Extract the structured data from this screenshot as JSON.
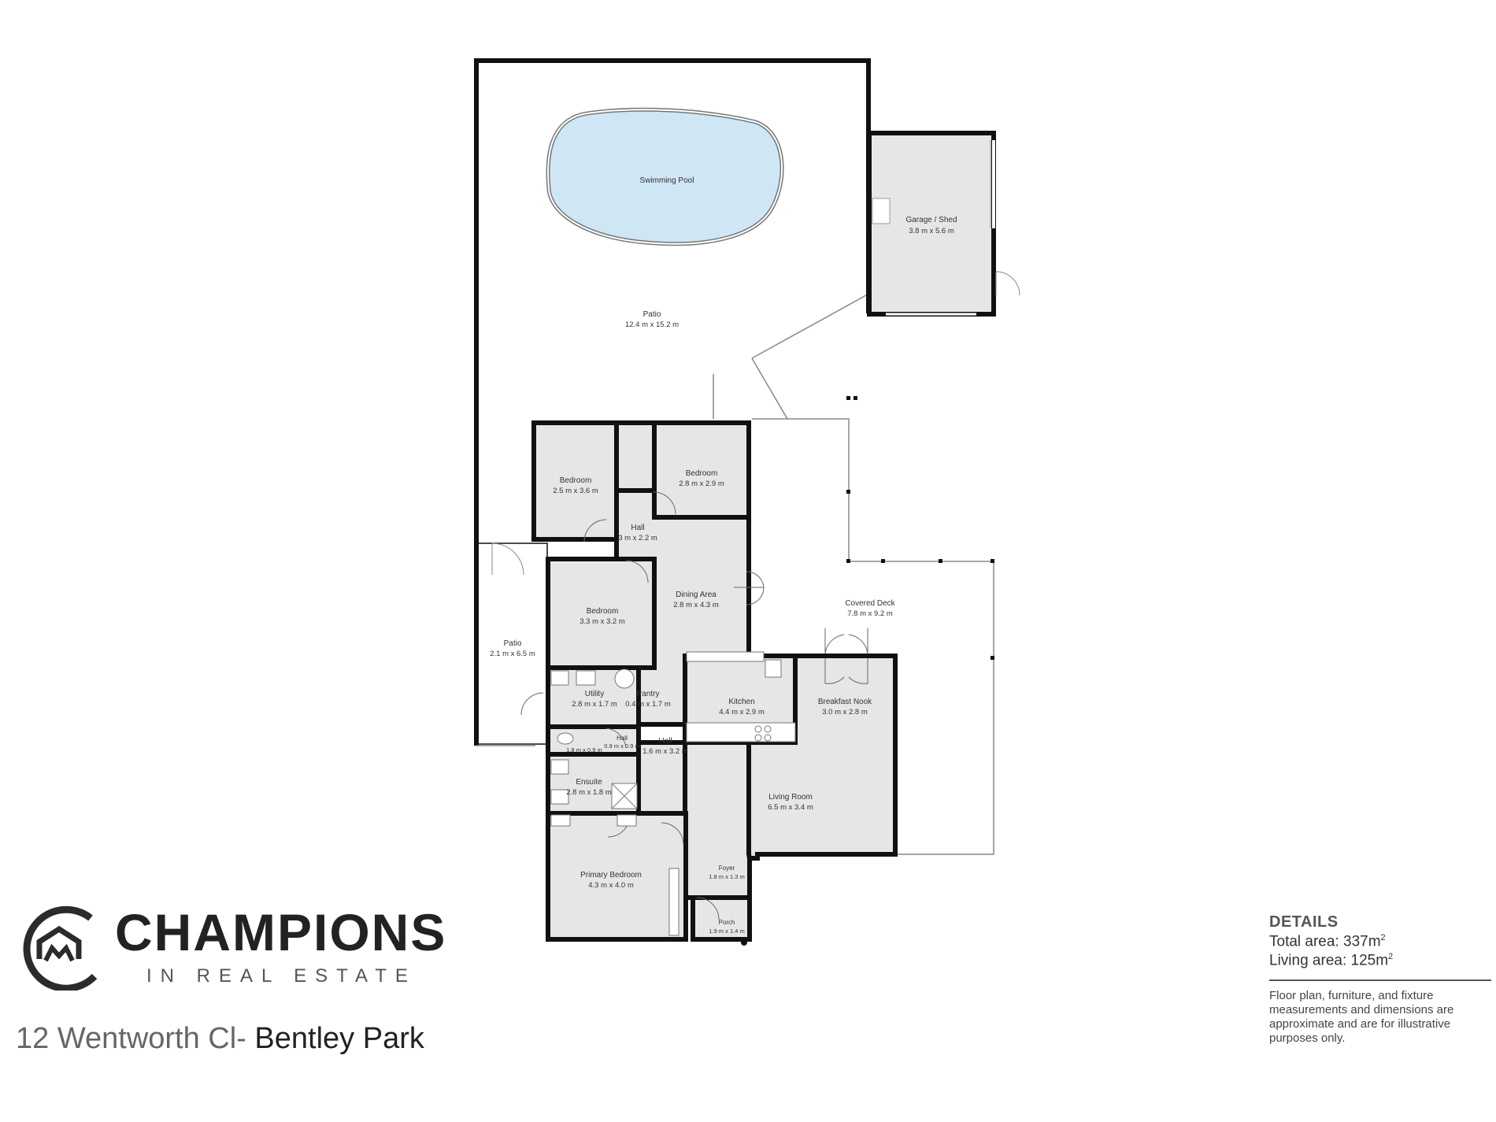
{
  "plan": {
    "rooms": [
      {
        "name": "Swimming Pool",
        "dims": ""
      },
      {
        "name": "Garage / Shed",
        "dims": "3.8 m x 5.6 m"
      },
      {
        "name": "Patio",
        "dims": "12.4 m x 15.2 m"
      },
      {
        "name": "Bedroom",
        "dims": "2.5 m x 3.6 m"
      },
      {
        "name": "Bedroom",
        "dims": "2.8 m x 2.9 m"
      },
      {
        "name": "Hall",
        "dims": "3 m x 2.2 m"
      },
      {
        "name": "Dining Area",
        "dims": "2.8 m x 4.3 m"
      },
      {
        "name": "Covered Deck",
        "dims": "7.8 m x 9.2 m"
      },
      {
        "name": "Bedroom",
        "dims": "3.3 m x 3.2 m"
      },
      {
        "name": "Patio",
        "dims": "2.1 m x 6.5 m"
      },
      {
        "name": "Utility",
        "dims": "2.8 m x 1.7 m"
      },
      {
        "name": "Pantry",
        "dims": "0.4 m x 1.7 m"
      },
      {
        "name": "Kitchen",
        "dims": "4.4 m x 2.9 m"
      },
      {
        "name": "Breakfast Nook",
        "dims": "3.0 m x 2.8 m"
      },
      {
        "name": "",
        "dims": "1.8 m x 0.9 m"
      },
      {
        "name": "Hall",
        "dims": "0.9 m x 0.9 m"
      },
      {
        "name": "Hall",
        "dims": "1.6 m x 3.2 m"
      },
      {
        "name": "Ensuite",
        "dims": "2.8 m x 1.8 m"
      },
      {
        "name": "Living Room",
        "dims": "6.5 m x 3.4 m"
      },
      {
        "name": "Foyer",
        "dims": "1.8 m x 1.3 m"
      },
      {
        "name": "Primary Bedroom",
        "dims": "4.3 m x 4.0 m"
      },
      {
        "name": "Porch",
        "dims": "1.9 m x 1.4 m"
      }
    ]
  },
  "brand": {
    "name": "CHAMPIONS",
    "tagline": "IN REAL ESTATE",
    "logo_icon": "house-monogram-icon",
    "color": "#2b2b2b"
  },
  "address": {
    "street": "12 Wentworth Cl-",
    "suburb": "Bentley Park"
  },
  "details": {
    "title": "DETAILS",
    "total_area_label": "Total area: 337m",
    "living_area_label": "Living area: 125m",
    "unit_exponent": "2",
    "note": "Floor plan, furniture, and fixture measurements and dimensions are approximate and are for illustrative purposes only."
  },
  "colors": {
    "wall": "#111111",
    "room_fill": "#e6e6e6",
    "pool_fill": "#cfe6f5",
    "thin_line": "#888888"
  }
}
